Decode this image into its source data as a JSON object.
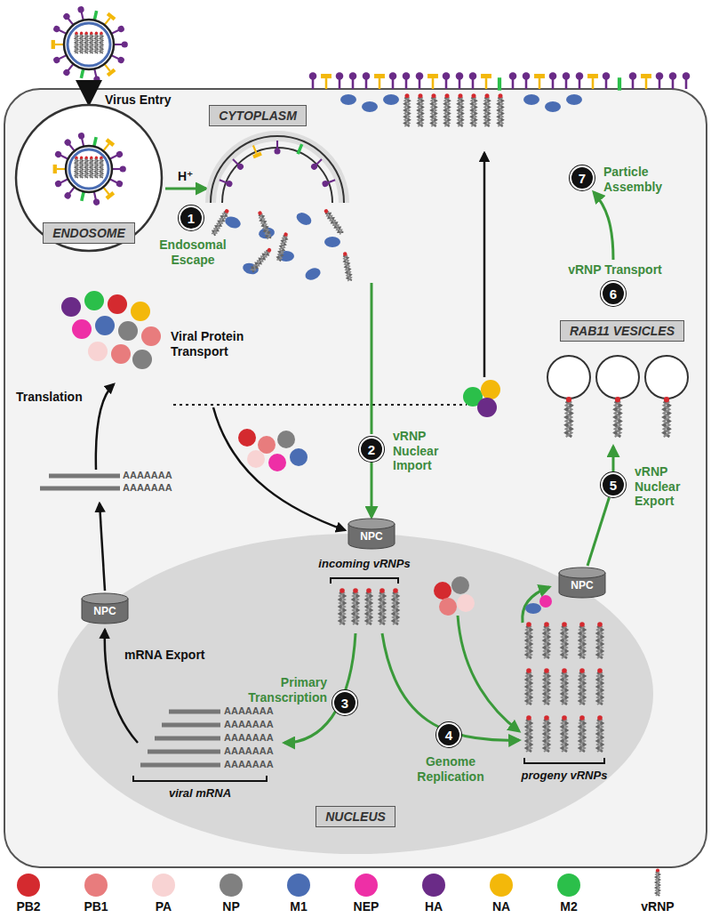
{
  "diagram": {
    "nodes": [
      {
        "text": [
          "CYTOPLASM"
        ]
      },
      {
        "text": [
          "ENDOSOME"
        ]
      },
      {
        "text": [
          "RAB11 VESICLES"
        ]
      },
      {
        "text": [
          "NPC"
        ]
      },
      {
        "text": [
          "NPC"
        ]
      },
      {
        "text": [
          "NPC"
        ]
      },
      {
        "text": [
          "NUCLEUS"
        ]
      },
      {
        "text": [
          "1",
          "Endosomal Escape"
        ]
      },
      {
        "text": [
          "2",
          "vRNP Nuclear Import"
        ]
      },
      {
        "text": [
          "3",
          "Primary Transcription"
        ]
      },
      {
        "text": [
          "4",
          "Genome Replication"
        ]
      },
      {
        "text": [
          "5",
          "vRNP Nuclear Export"
        ]
      },
      {
        "text": [
          "6",
          "vRNP Transport"
        ]
      },
      {
        "text": [
          "7",
          "Particle Assembly"
        ]
      }
    ],
    "edges": [
      {
        "from": 8,
        "to": 3,
        "arrow": "to"
      },
      {
        "from": 5,
        "to": 11,
        "arrow": "none"
      }
    ],
    "labels": [
      "Virus Entry",
      "H⁺",
      "Viral Protein Transport",
      "Translation",
      "AAAAAAA",
      "AAAAAAA",
      "mRNA Export",
      "incoming vRNPs",
      "AAAAAAA",
      "AAAAAAA",
      "AAAAAAA",
      "AAAAAAA",
      "AAAAAAA",
      "viral mRNA",
      "progeny vRNPs"
    ],
    "legend": [
      {
        "text": "PB2",
        "color": "#d42a2f"
      },
      {
        "text": "PB1",
        "color": "#e87c7d"
      },
      {
        "text": "PA",
        "color": "#f8d3d3"
      },
      {
        "text": "NP",
        "color": "#808080"
      },
      {
        "text": "M1",
        "color": "#4a6db3"
      },
      {
        "text": "NEP",
        "color": "#ee2fa6"
      },
      {
        "text": "HA",
        "color": "#6a2b87"
      },
      {
        "text": "NA",
        "color": "#f3b80a"
      },
      {
        "text": "M2",
        "color": "#2bbf4a"
      },
      {
        "text": "vRNP"
      }
    ]
  }
}
